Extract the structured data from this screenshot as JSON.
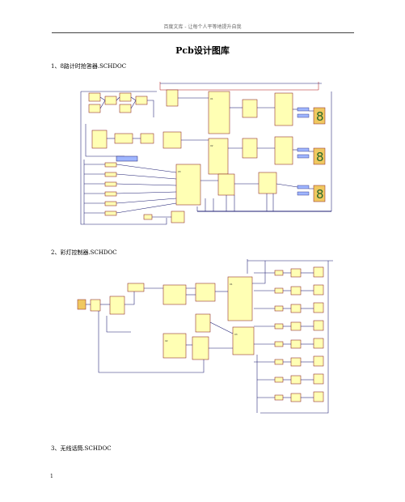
{
  "header": {
    "text": "百度文库 - 让每个人平等地提升自我"
  },
  "title": "Pcb设计图库",
  "sections": [
    {
      "label": "1、8路计时抢答器.SCHDOC"
    },
    {
      "label": "2、彩灯控制器.SCHDOC"
    },
    {
      "label": "3、无线话筒.SCHDOC"
    }
  ],
  "footer": {
    "page_number": "1"
  },
  "colors": {
    "wire": "#1a1a70",
    "chip_fill": "#ffffb4",
    "chip_border": "#8a2020"
  }
}
